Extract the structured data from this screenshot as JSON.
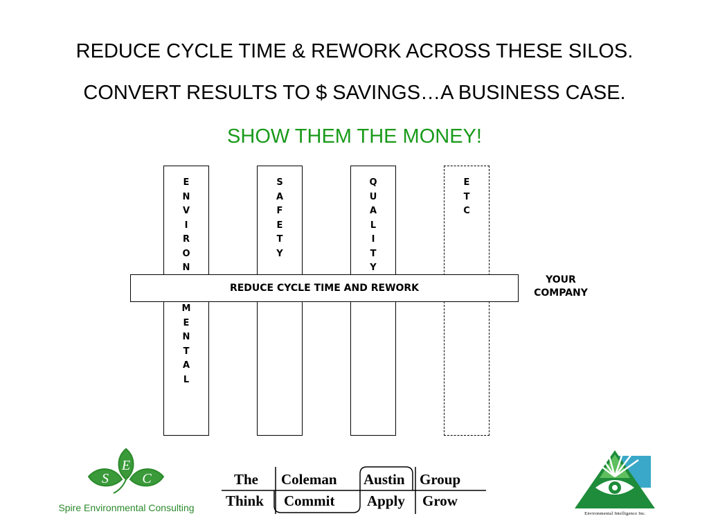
{
  "headlines": {
    "line1": "REDUCE CYCLE TIME & REWORK ACROSS THESE SILOS.",
    "line2": "CONVERT RESULTS TO $ SAVINGS…A BUSINESS CASE.",
    "line3": "SHOW THEM THE MONEY!",
    "accent_color": "#1a9a1a"
  },
  "silos": [
    {
      "upper": [
        "E",
        "N",
        "V",
        "I",
        "R",
        "O",
        "N"
      ],
      "lower": [
        "M",
        "E",
        "N",
        "T",
        "A",
        "L"
      ]
    },
    {
      "upper": [
        "S",
        "A",
        "F",
        "E",
        "T",
        "Y"
      ],
      "lower": []
    },
    {
      "upper": [
        "Q",
        "U",
        "A",
        "L",
        "I",
        "T",
        "Y"
      ],
      "lower": []
    },
    {
      "upper": [
        "E",
        "T",
        "C"
      ],
      "lower": [],
      "style": "dashed"
    }
  ],
  "band": {
    "label": "REDUCE CYCLE TIME AND REWORK"
  },
  "company": {
    "line1": "YOUR",
    "line2": "COMPANY"
  },
  "logos": {
    "sec": {
      "letters": [
        "S",
        "E",
        "C"
      ],
      "name": "Spire Environmental Consulting",
      "color": "#2c8a2c"
    },
    "cag": {
      "row1": [
        "The",
        "Coleman",
        "Austin",
        "Group"
      ],
      "row2": [
        "Think",
        "Commit",
        "Apply",
        "Grow"
      ]
    },
    "ei": {
      "name": "Environmental Intelligence Inc.",
      "color": "#1e8c3a"
    }
  }
}
